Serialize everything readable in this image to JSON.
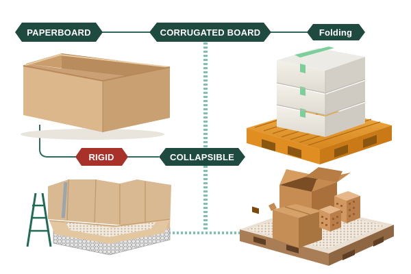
{
  "labels": {
    "paperboard": "PAPERBOARD",
    "corrugated_board": "CORRUGATED BOARD",
    "folding": "Folding",
    "rigid": "RIGID",
    "collapsible": "COLLAPSIBLE"
  },
  "colors": {
    "tag_dark_green": "#1f4a3f",
    "tag_red": "#a8322a",
    "connector": "#2e6b5e",
    "dashed_connector": "#7fc1b0",
    "cardboard": "#d9b48a",
    "pallet": "#e79c2e"
  },
  "icons": {
    "tag_shape": "hexagon-tag",
    "ladder": "ladder-icon"
  }
}
